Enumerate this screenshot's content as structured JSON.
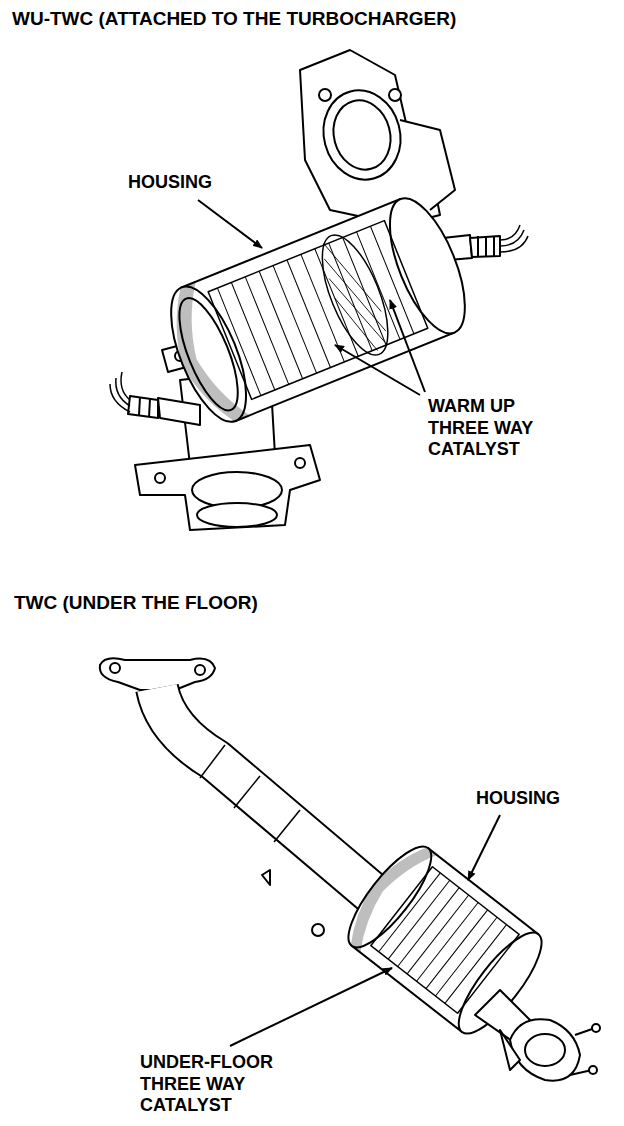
{
  "diagram": {
    "labels": [
      "WU-TWC (ATTACHED TO THE TURBOCHARGER)",
      "HOUSING",
      "WARM UP THREE WAY CATALYST",
      "TWC (UNDER THE FLOOR)",
      "HOUSING",
      "UNDER-FLOOR THREE WAY CATALYST"
    ]
  }
}
